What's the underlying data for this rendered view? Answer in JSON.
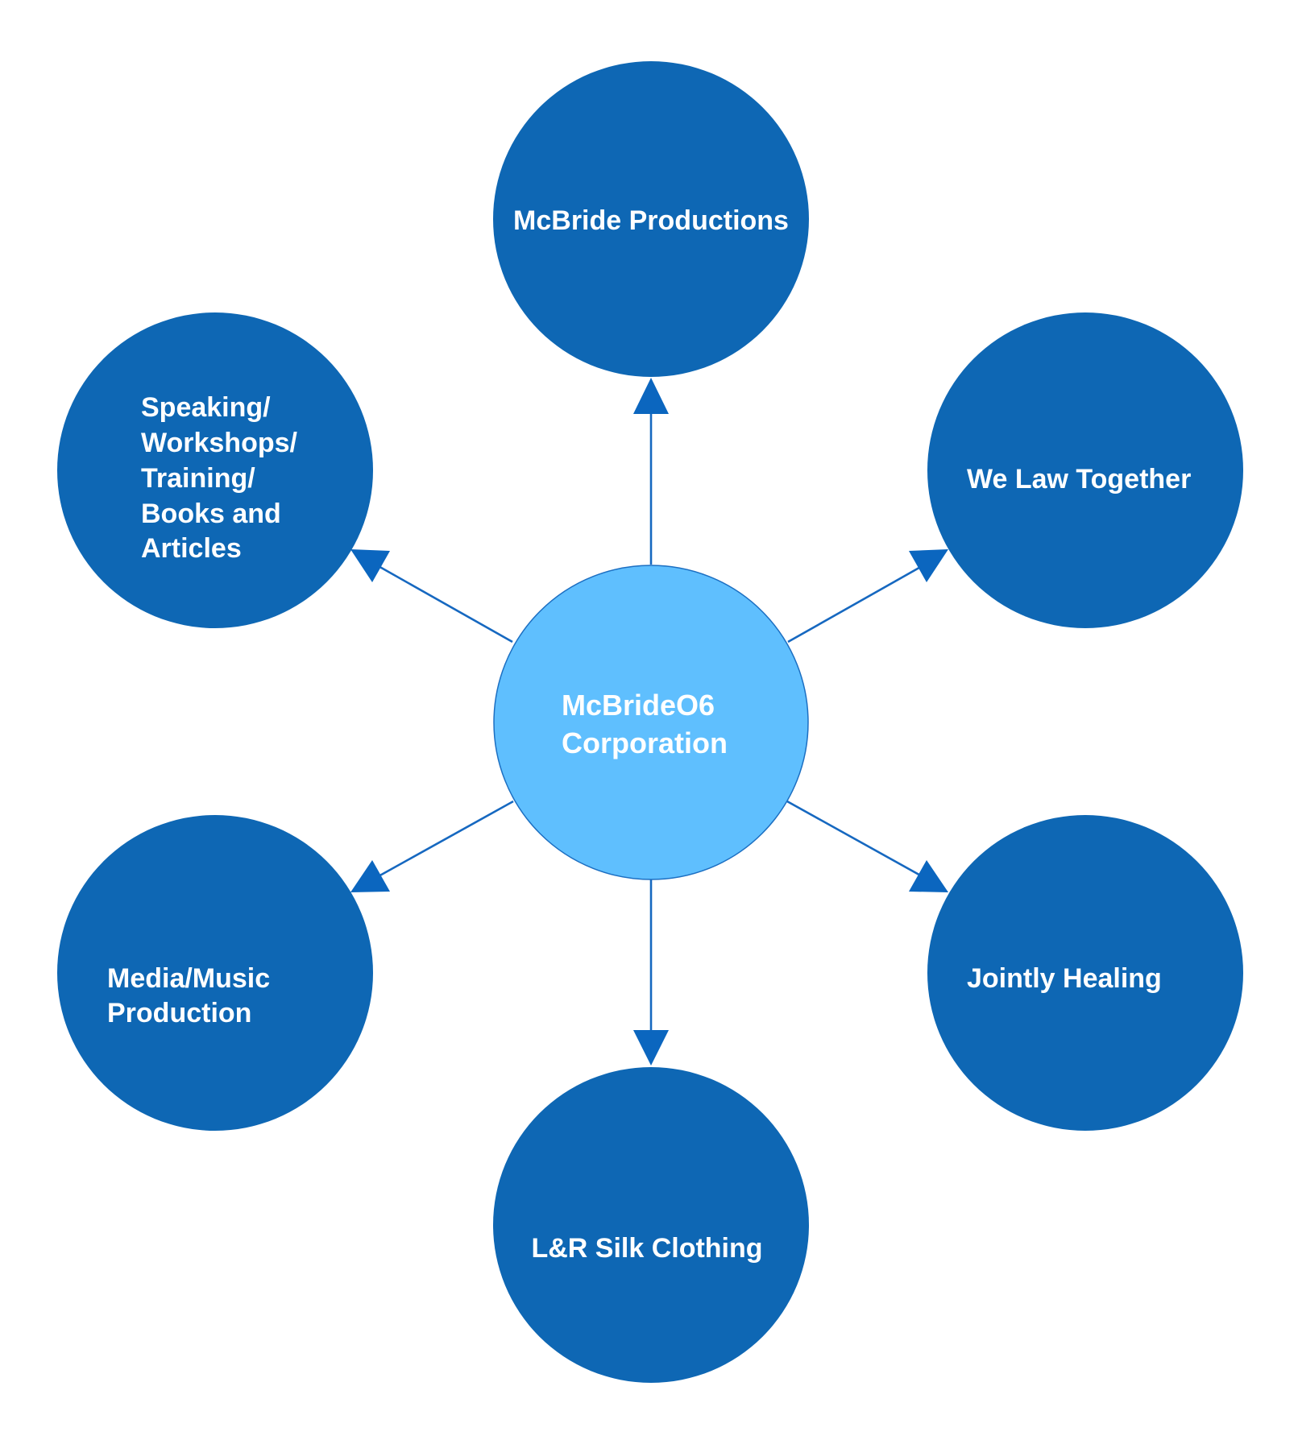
{
  "diagram": {
    "type": "hub-and-spoke",
    "colors": {
      "outer_node_fill": "#0e67b4",
      "center_node_fill": "#5fbffe",
      "center_node_stroke": "#1c6fc2",
      "edge": "#0b66bf",
      "label_text": "#ffffff",
      "background": "#ffffff"
    },
    "center": {
      "id": "center",
      "lines": [
        "McBrideO6",
        "Corporation"
      ]
    },
    "nodes": [
      {
        "id": "top",
        "position": "top",
        "lines": [
          "McBride Productions"
        ]
      },
      {
        "id": "upper-left",
        "position": "upper-left",
        "lines": [
          "Speaking/",
          "Workshops/",
          "Training/",
          "Books and",
          "Articles"
        ]
      },
      {
        "id": "upper-right",
        "position": "upper-right",
        "lines": [
          "We Law Together"
        ]
      },
      {
        "id": "lower-left",
        "position": "lower-left",
        "lines": [
          "Media/Music",
          "Production"
        ]
      },
      {
        "id": "lower-right",
        "position": "lower-right",
        "lines": [
          "Jointly Healing"
        ]
      },
      {
        "id": "bottom",
        "position": "bottom",
        "lines": [
          "L&R Silk Clothing"
        ]
      }
    ],
    "edges": [
      {
        "from": "center",
        "to": "top",
        "arrow": "end"
      },
      {
        "from": "center",
        "to": "upper-left",
        "arrow": "end"
      },
      {
        "from": "center",
        "to": "upper-right",
        "arrow": "end"
      },
      {
        "from": "center",
        "to": "lower-left",
        "arrow": "end"
      },
      {
        "from": "center",
        "to": "lower-right",
        "arrow": "end"
      },
      {
        "from": "center",
        "to": "bottom",
        "arrow": "end"
      }
    ]
  }
}
